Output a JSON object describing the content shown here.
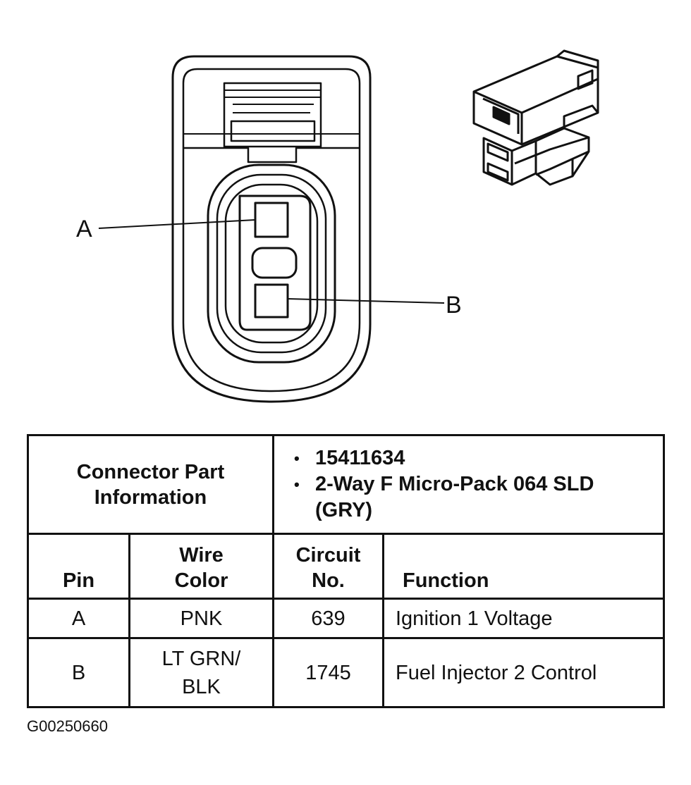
{
  "diagram": {
    "pin_labels": {
      "a": "A",
      "b": "B"
    }
  },
  "table": {
    "part_info_header": "Connector Part Information",
    "part_info": [
      "15411634",
      "2-Way F Micro-Pack 064 SLD (GRY)"
    ],
    "columns": {
      "pin": "Pin",
      "wire_color": "Wire Color",
      "circuit_no": "Circuit No.",
      "function": "Function"
    },
    "rows": [
      {
        "pin": "A",
        "wire_color": "PNK",
        "circuit": "639",
        "function": "Ignition 1 Voltage"
      },
      {
        "pin": "B",
        "wire_color": "LT GRN/ BLK",
        "circuit": "1745",
        "function": "Fuel Injector 2 Control"
      }
    ]
  },
  "figure_id": "G00250660"
}
